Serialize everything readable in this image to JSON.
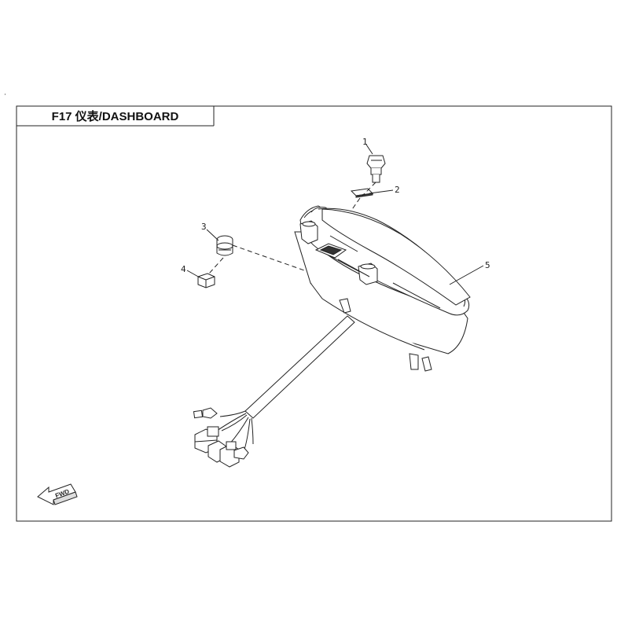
{
  "title": "F17 仪表/DASHBOARD",
  "callouts": [
    {
      "id": "1",
      "label": "1"
    },
    {
      "id": "2",
      "label": "2"
    },
    {
      "id": "3",
      "label": "3"
    },
    {
      "id": "4",
      "label": "4"
    },
    {
      "id": "5",
      "label": "5"
    }
  ],
  "direction_marker": "FWD",
  "colors": {
    "line": "#222222",
    "background": "#ffffff"
  }
}
